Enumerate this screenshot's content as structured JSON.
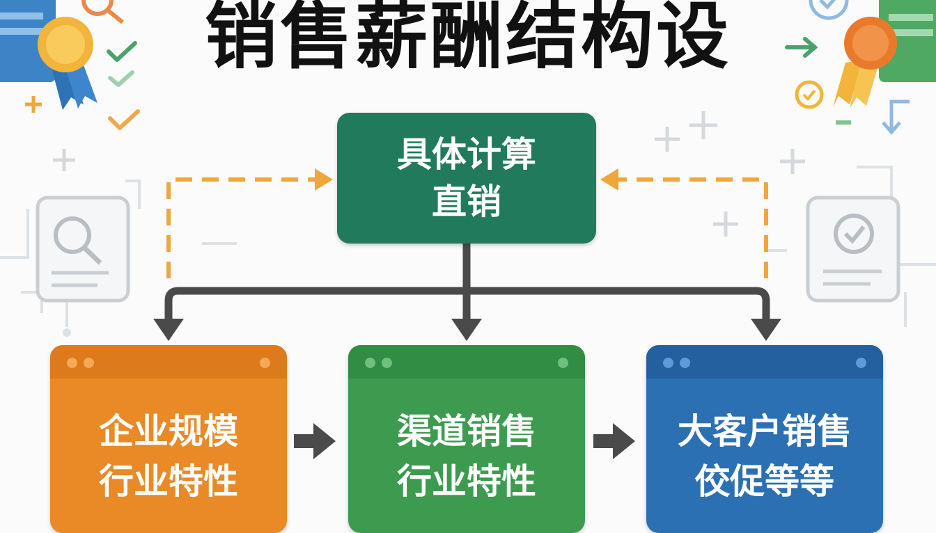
{
  "title": "销售薪酬结构设",
  "top_node": {
    "line1": "具体计算",
    "line2": "直销"
  },
  "boxes": [
    {
      "line1": "企业规模",
      "line2": "行业特性"
    },
    {
      "line1": "渠道销售",
      "line2": "行业特性"
    },
    {
      "line1": "大客户销售",
      "line2": "佼促等等"
    }
  ],
  "colors": {
    "top_node": "#217a5c",
    "orange": "#e98a27",
    "green": "#3c9b4f",
    "blue": "#2c70b4",
    "connector": "#4a4a4a",
    "dashed_feedback": "#f0a63a"
  },
  "icons": [
    "document-search-icon",
    "document-check-icon",
    "award-ribbon-icon",
    "checkmark-icon",
    "plus-sign-icon",
    "arrow-right-icon"
  ]
}
